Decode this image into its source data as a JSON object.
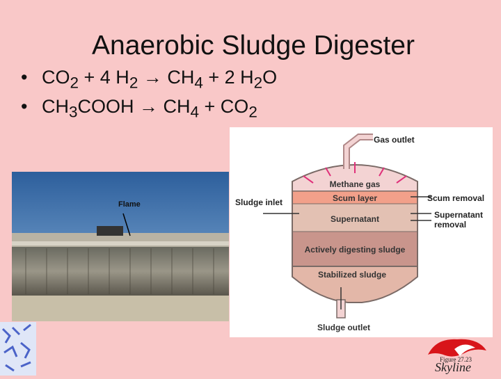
{
  "slide": {
    "title": "Anaerobic Sludge Digester",
    "bullets": [
      {
        "marker": "•",
        "parts": [
          "CO",
          "2",
          " + 4 H",
          "2",
          " → CH",
          "4",
          " + 2 H",
          "2",
          "O"
        ]
      },
      {
        "marker": "•",
        "parts": [
          "CH",
          "3",
          "COOH → CH",
          "4",
          " + CO",
          "2",
          "",
          "",
          "",
          ""
        ]
      }
    ],
    "figure_caption": "Figure 27.23"
  },
  "photo": {
    "label": "Flame"
  },
  "diagram": {
    "gas_outlet": "Gas outlet",
    "methane_gas": "Methane gas",
    "scum_layer": "Scum layer",
    "supernatant": "Supernatant",
    "actively_digesting": "Actively digesting sludge",
    "stabilized_sludge": "Stabilized sludge",
    "sludge_outlet": "Sludge outlet",
    "sludge_inlet": "Sludge inlet",
    "scum_removal": "Scum removal",
    "supernatant_removal_1": "Supernatant",
    "supernatant_removal_2": "removal",
    "colors": {
      "methane": "#f3d3d3",
      "scum": "#f2a08a",
      "supernatant": "#e3c1b3",
      "active": "#c9958c",
      "stabilized": "#e3b7a8",
      "arrow": "#e0307a"
    }
  },
  "logo": {
    "text": "Skyline"
  }
}
